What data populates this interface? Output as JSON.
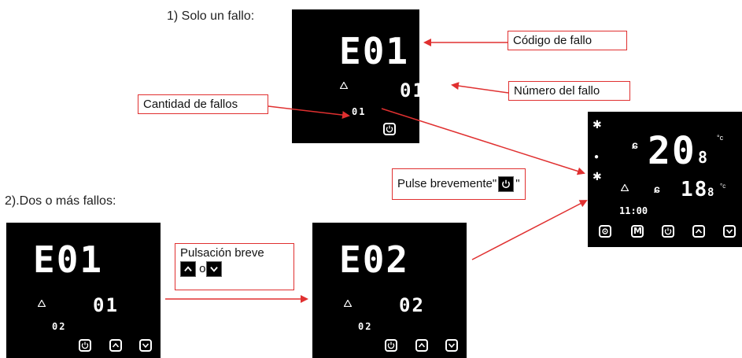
{
  "section1": {
    "label": "1)  Solo un fallo:"
  },
  "section2": {
    "label": "2).Dos o más fallos:"
  },
  "callouts": {
    "fault_code": "Código de fallo",
    "fault_number": "Número del fallo",
    "fault_count": "Cantidad de fallos",
    "press_prefix": "Pulse brevemente\"",
    "press_suffix": "\"",
    "short_press_line1": "Pulsación breve",
    "short_press_or": "o"
  },
  "panel_top": {
    "code": "E01",
    "number": "01",
    "count": "01"
  },
  "panel_bottom_left": {
    "code": "E01",
    "number": "01",
    "count": "02"
  },
  "panel_bottom_mid": {
    "code": "E02",
    "number": "02",
    "count": "02"
  },
  "panel_right": {
    "main_temp": "20",
    "main_decimal": "8",
    "second_temp": "18",
    "second_decimal": "8",
    "clock": "11:00",
    "mode_button": "M"
  },
  "colors": {
    "arrow": "#e03030",
    "panel_bg": "#000000",
    "segment": "#ffffff"
  }
}
